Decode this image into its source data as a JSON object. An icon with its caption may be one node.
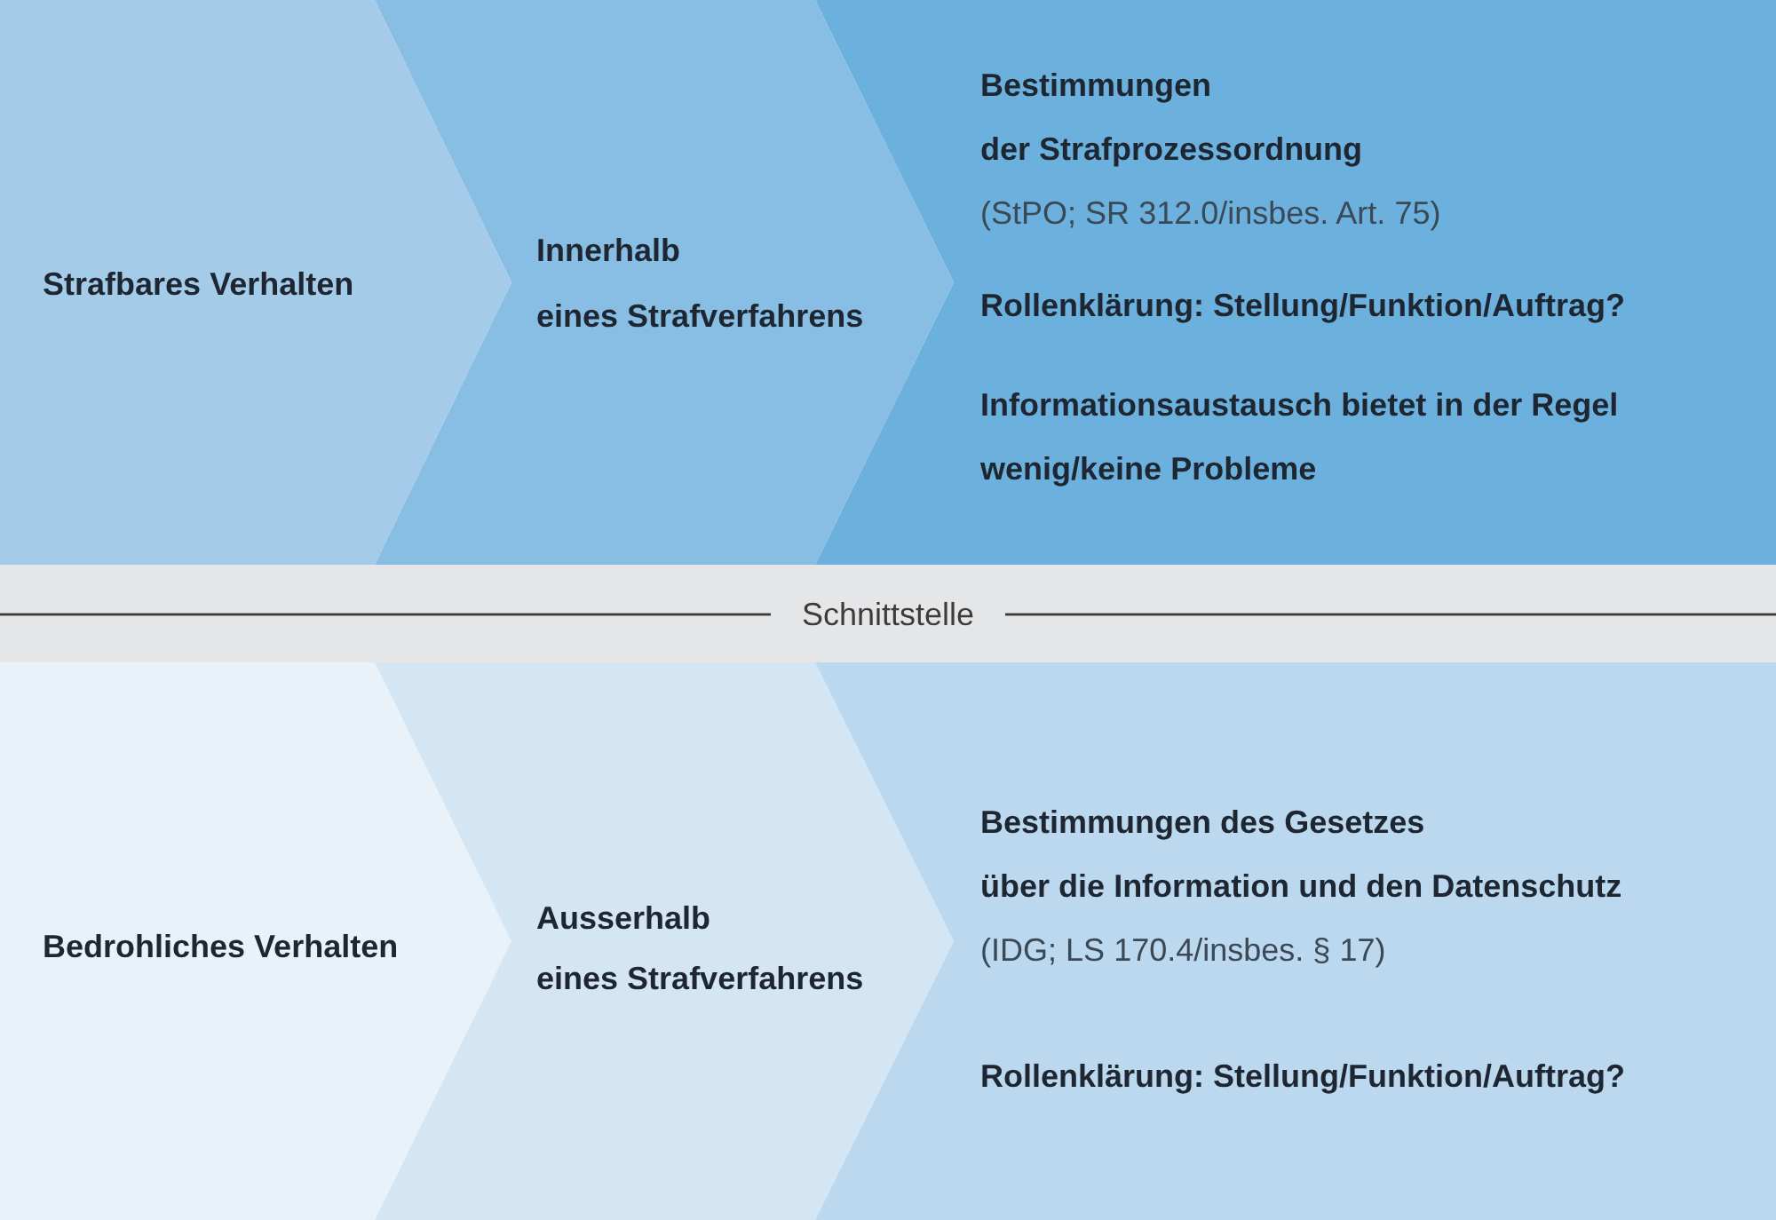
{
  "diagram": {
    "nodes": [
      {
        "text": [
          "Strafbares Verhalten"
        ]
      },
      {
        "text": [
          "Innerhalb eines Strafverfahrens"
        ]
      },
      {
        "text": [
          "Bestimmungen der Strafprozessordnung",
          "(StPO; SR 312.0/insbes. Art. 75)",
          "Rollenklärung: Stellung/Funktion/Auftrag?",
          "Informationsaustausch bietet in der Regel wenig/keine Probleme"
        ]
      },
      {
        "text": [
          "Schnittstelle"
        ]
      },
      {
        "text": [
          "Bedrohliches Verhalten"
        ]
      },
      {
        "text": [
          "Ausserhalb eines Strafverfahrens"
        ]
      },
      {
        "text": [
          "Bestimmungen des Gesetzes über die Information und den Datenschutz",
          "(IDG; LS 170.4/insbes. § 17)",
          "Rollenklärung: Stellung/Funktion/Auftrag?"
        ]
      }
    ]
  }
}
